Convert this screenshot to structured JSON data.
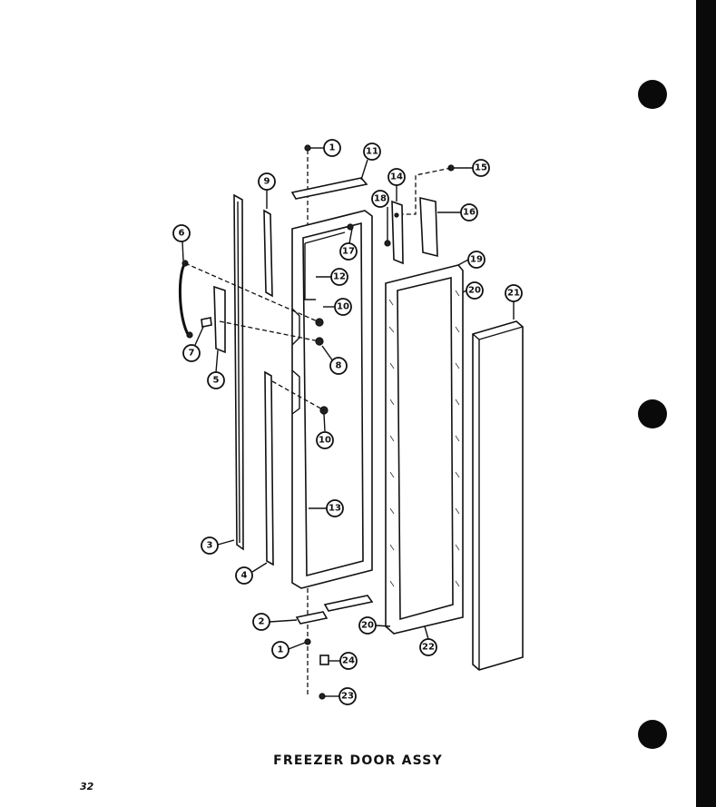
{
  "title": "FREEZER DOOR ASSY",
  "page_number": "32",
  "callouts": [
    "1",
    "11",
    "9",
    "18",
    "14",
    "15",
    "16",
    "6",
    "17",
    "12",
    "10",
    "19",
    "20",
    "21",
    "5",
    "7",
    "8",
    "10",
    "3",
    "13",
    "4",
    "2",
    "20",
    "22",
    "1",
    "24",
    "23"
  ]
}
